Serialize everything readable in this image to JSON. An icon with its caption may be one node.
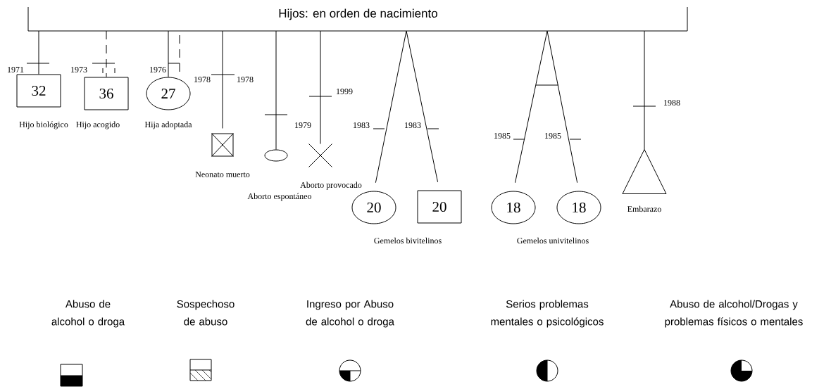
{
  "diagram": {
    "nodes": [
      {
        "text": [
          "Hijos: en orden de nacimiento"
        ]
      },
      {
        "text": [
          "32"
        ]
      },
      {
        "text": [
          "36"
        ]
      },
      {
        "text": [
          "27"
        ]
      },
      {
        "text": [],
        "shape": "box"
      },
      {
        "text": [],
        "shape": "circle"
      },
      {
        "text": [],
        "shape": "cross"
      },
      {
        "text": [
          "20"
        ]
      },
      {
        "text": [
          "20"
        ]
      },
      {
        "text": [
          "18"
        ]
      },
      {
        "text": [
          "18"
        ]
      },
      {
        "text": [],
        "shape": "triangle"
      }
    ],
    "edges": [
      {
        "from": 0,
        "to": 1,
        "arrow": "none"
      },
      {
        "from": 0,
        "to": 2,
        "arrow": "none",
        "style": "dashed"
      },
      {
        "from": 0,
        "to": 3,
        "arrow": "none"
      },
      {
        "from": 0,
        "to": 4,
        "arrow": "none"
      },
      {
        "from": 0,
        "to": 5,
        "arrow": "none"
      },
      {
        "from": 0,
        "to": 6,
        "arrow": "none"
      },
      {
        "from": 0,
        "to": 7,
        "arrow": "none"
      },
      {
        "from": 0,
        "to": 8,
        "arrow": "none"
      },
      {
        "from": 0,
        "to": 9,
        "arrow": "none"
      },
      {
        "from": 0,
        "to": 10,
        "arrow": "none"
      },
      {
        "from": 0,
        "to": 11,
        "arrow": "none"
      }
    ],
    "labels": [
      "1971",
      "1973",
      "1976",
      "1978",
      "1978",
      "1999",
      "1988",
      "Hijo biológico",
      "Hijo acogido",
      "Hija adoptada",
      "1979",
      "1983",
      "1983",
      "1985",
      "1985",
      "Neonato muerto",
      "Aborto provocado",
      "Aborto espontáneo",
      "Embarazo",
      "Gemelos bivitelinos",
      "Gemelos univitelinos"
    ],
    "legend": [
      {
        "text": "Abuso de alcohol o droga"
      },
      {
        "text": "Sospechoso de abuso"
      },
      {
        "text": "Ingreso por Abuso de alcohol o droga"
      },
      {
        "text": "Serios problemas mentales o psicológicos"
      },
      {
        "text": "Abuso de alcohol/Drogas y problemas físicos o mentales"
      }
    ]
  }
}
